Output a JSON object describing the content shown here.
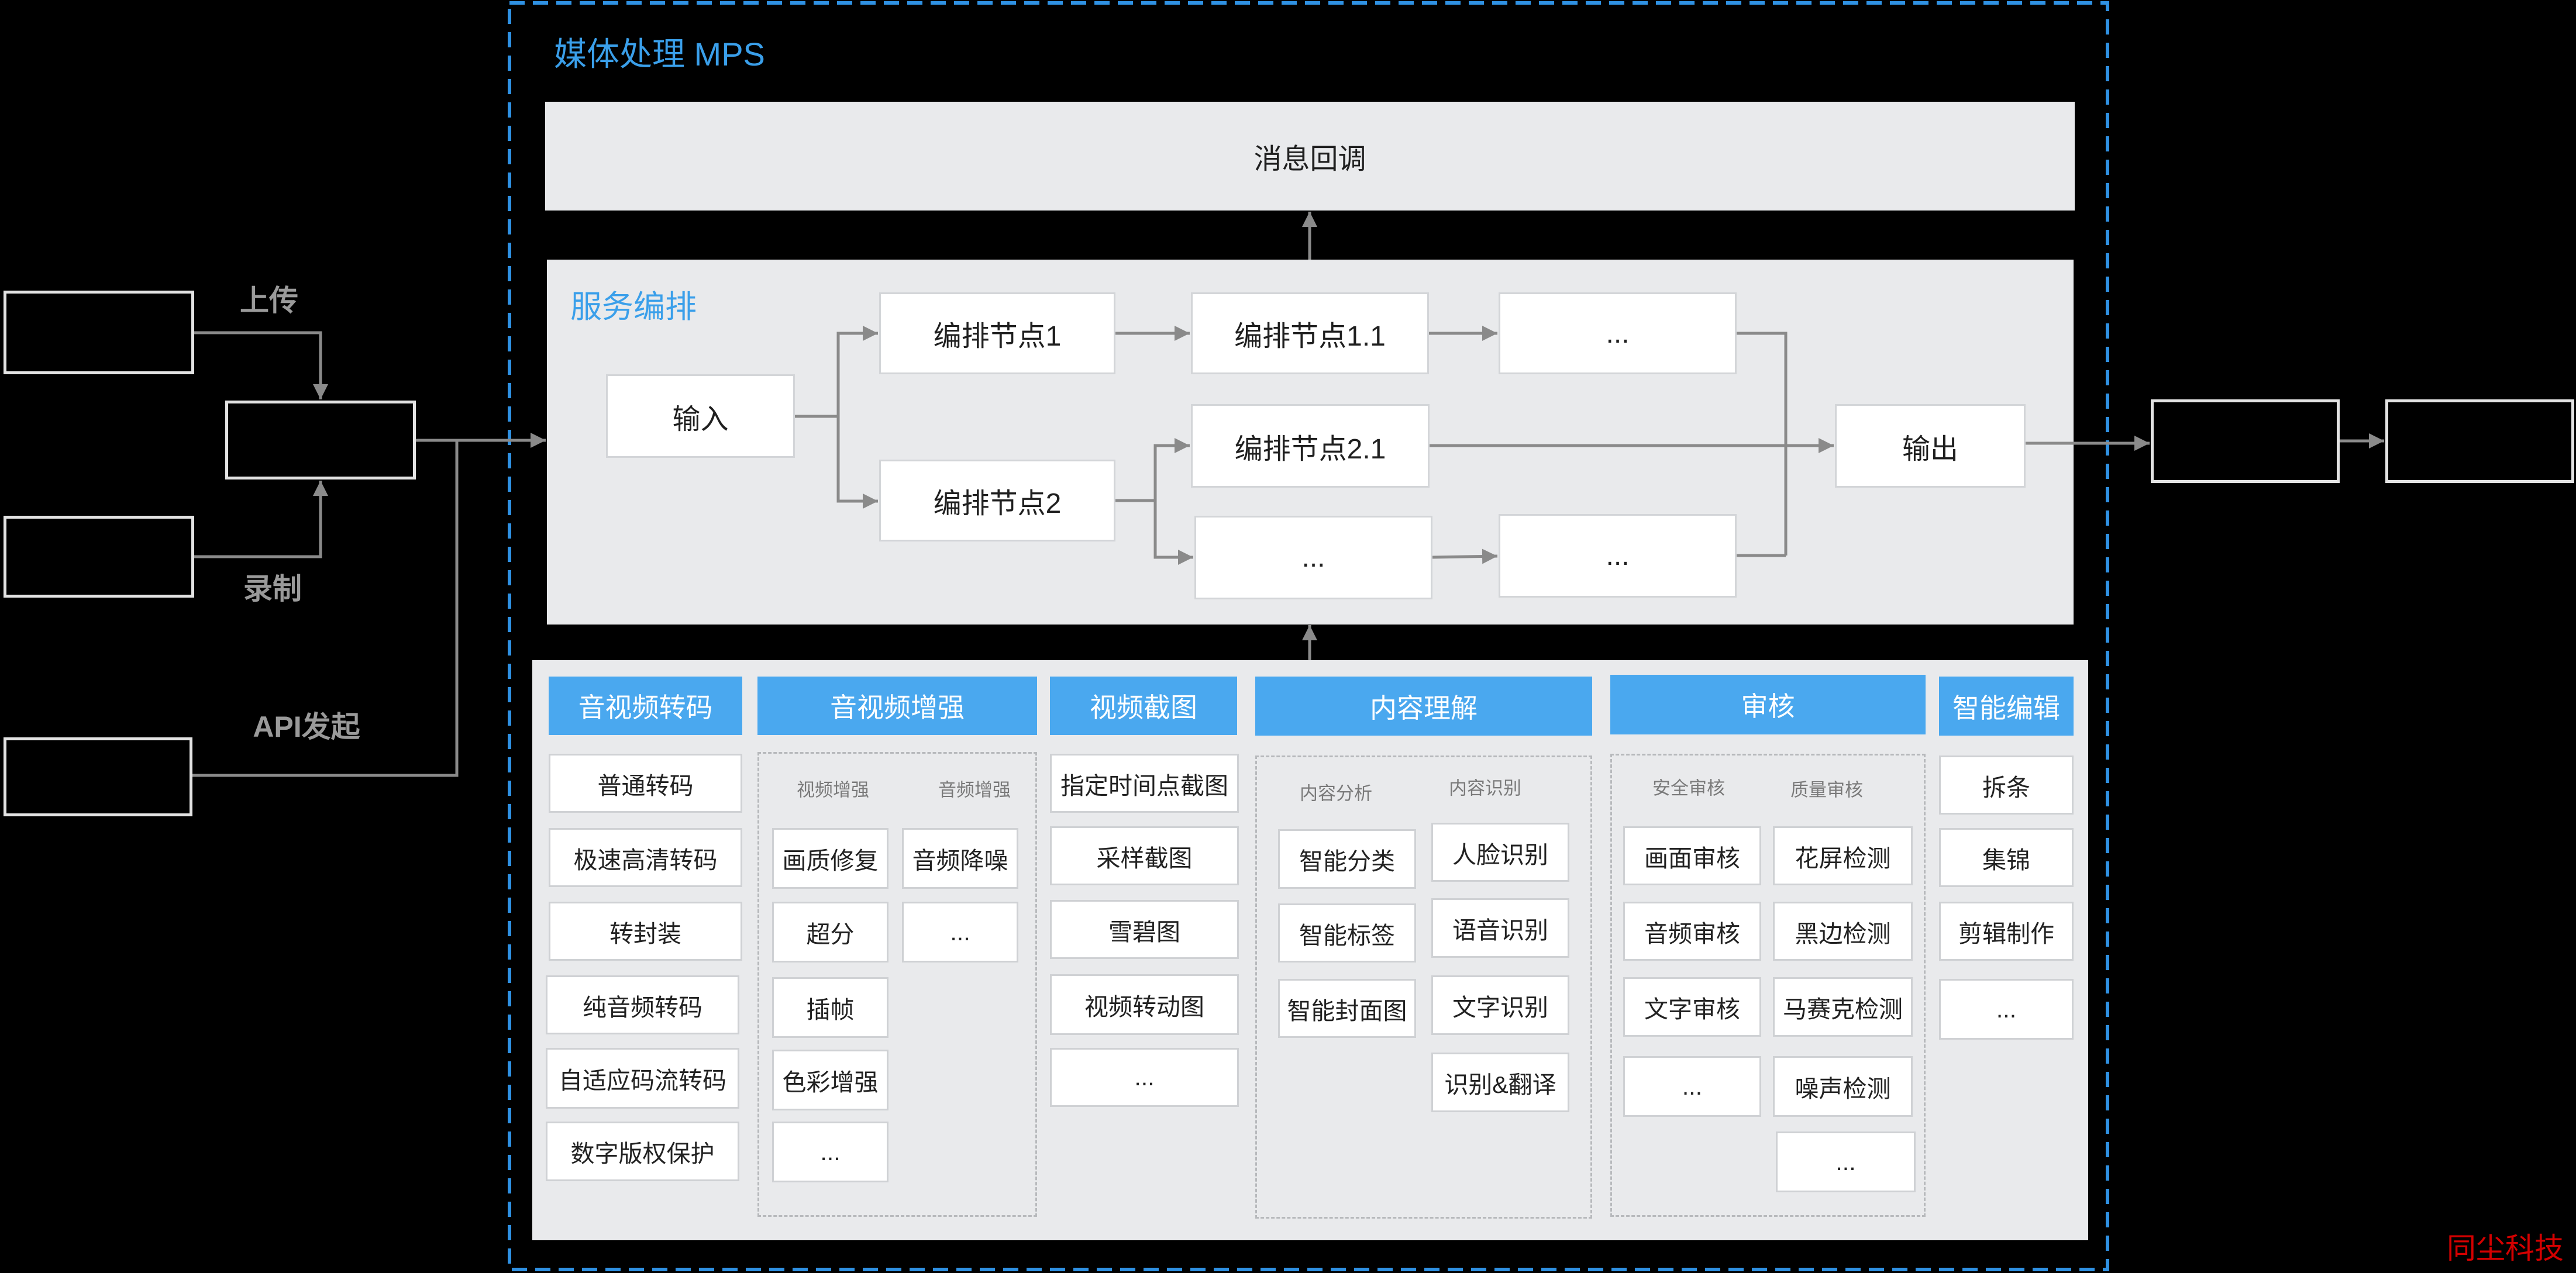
{
  "page": {
    "title": "媒体处理 MPS"
  },
  "sources": {
    "upload_label": "上传",
    "record_label": "录制",
    "api_label": "API发起"
  },
  "callback": {
    "label": "消息回调"
  },
  "orchestration": {
    "title": "服务编排",
    "input": "输入",
    "node_1": "编排节点1",
    "node_1_1": "编排节点1.1",
    "node_1_next": "...",
    "node_2": "编排节点2",
    "node_2_1": "编排节点2.1",
    "node_2_branch": "...",
    "node_2_branch_next": "...",
    "output": "输出"
  },
  "capabilities": {
    "transcode": {
      "header": "音视频转码",
      "items": [
        "普通转码",
        "极速高清转码",
        "转封装",
        "纯音频转码",
        "自适应码流转码",
        "数字版权保护"
      ]
    },
    "enhance": {
      "header": "音视频增强",
      "video_group": "视频增强",
      "audio_group": "音频增强",
      "video_items": [
        "画质修复",
        "超分",
        "插帧",
        "色彩增强",
        "..."
      ],
      "audio_items": [
        "音频降噪",
        "..."
      ]
    },
    "snapshot": {
      "header": "视频截图",
      "items": [
        "指定时间点截图",
        "采样截图",
        "雪碧图",
        "视频转动图",
        "..."
      ]
    },
    "understanding": {
      "header": "内容理解",
      "analysis_group": "内容分析",
      "recognition_group": "内容识别",
      "analysis_items": [
        "智能分类",
        "智能标签",
        "智能封面图"
      ],
      "recognition_items": [
        "人脸识别",
        "语音识别",
        "文字识别",
        "识别&翻译"
      ]
    },
    "review": {
      "header": "审核",
      "security_group": "安全审核",
      "quality_group": "质量审核",
      "security_items": [
        "画面审核",
        "音频审核",
        "文字审核",
        "..."
      ],
      "quality_items": [
        "花屏检测",
        "黑边检测",
        "马赛克检测",
        "噪声检测",
        "..."
      ]
    },
    "editing": {
      "header": "智能编辑",
      "items": [
        "拆条",
        "集锦",
        "剪辑制作",
        "..."
      ]
    }
  },
  "watermark": "同尘科技",
  "colors": {
    "accent_blue": "#3a9fea",
    "header_blue": "#4aa8ef",
    "boundary_blue": "#2f91e3",
    "panel_gray": "#e9eaec",
    "connector_gray": "#8a8a8a",
    "watermark_red": "#d40000"
  }
}
